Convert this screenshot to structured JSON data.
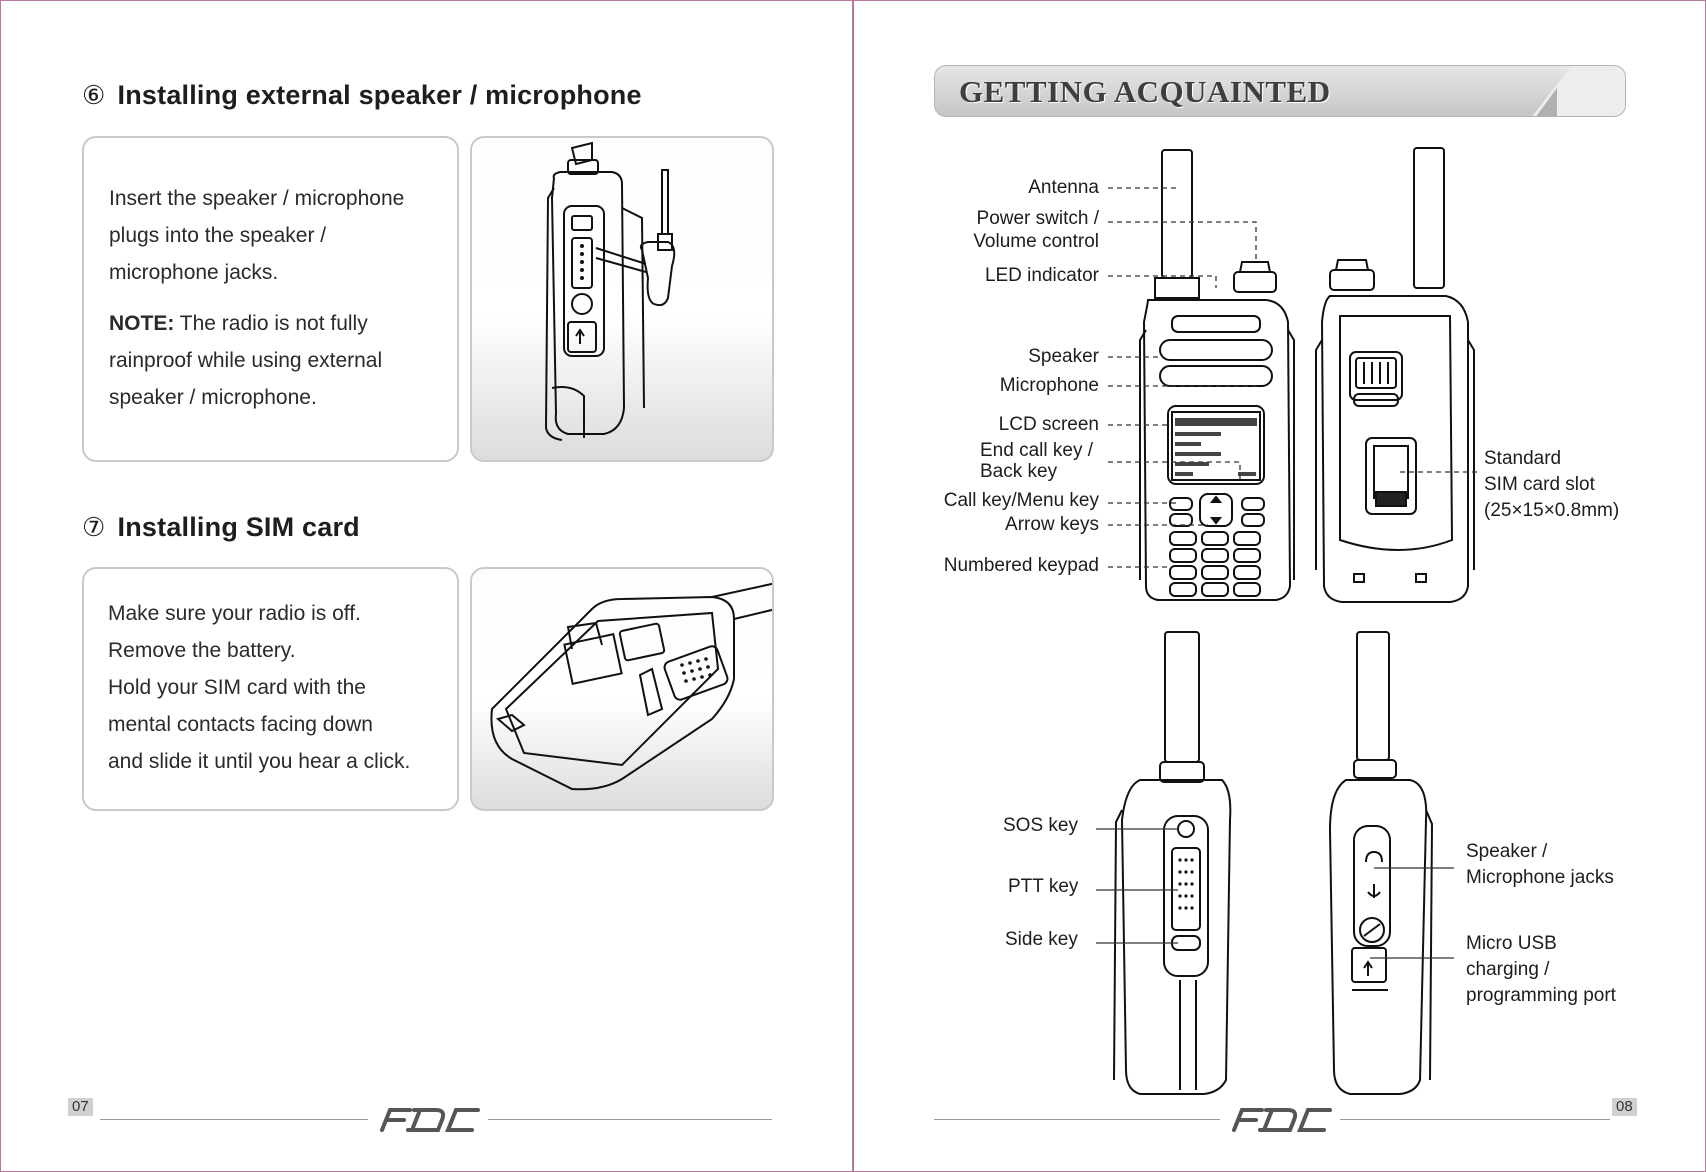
{
  "left_page": {
    "section6": {
      "number": "⑥",
      "title": "Installing external speaker / microphone",
      "lines": [
        "Insert the speaker / microphone",
        "plugs into the speaker /",
        "microphone jacks."
      ],
      "note_label": "NOTE:",
      "note_lines": [
        " The radio is not fully",
        "rainproof while using external",
        "speaker / microphone."
      ]
    },
    "section7": {
      "number": "⑦",
      "title": "Installing SIM card",
      "lines": [
        "Make sure your radio is off.",
        "Remove the battery.",
        "Hold your SIM card with the",
        "mental contacts facing down",
        "and slide it until you hear a click."
      ]
    },
    "page_number": "07"
  },
  "right_page": {
    "banner_title": "GETTING ACQUAINTED",
    "front_labels": [
      "Antenna",
      "Power switch /",
      "Volume control",
      "LED indicator",
      "Speaker",
      "Microphone",
      "LCD screen",
      "End call key /",
      "Back key",
      "Call key/Menu key",
      "Arrow keys",
      "Numbered keypad"
    ],
    "back_labels": [
      "Standard",
      "SIM card slot",
      "(25×15×0.8mm)"
    ],
    "side_left_labels": [
      "SOS key",
      "PTT key",
      "Side key"
    ],
    "side_right_labels": [
      "Speaker /",
      "Microphone jacks",
      "Micro USB",
      "charging /",
      "programming port"
    ],
    "page_number": "08"
  },
  "logo_text": "FDC",
  "colors": {
    "border": "#b7789e",
    "banner": "#d4d4d4",
    "text": "#222222"
  }
}
